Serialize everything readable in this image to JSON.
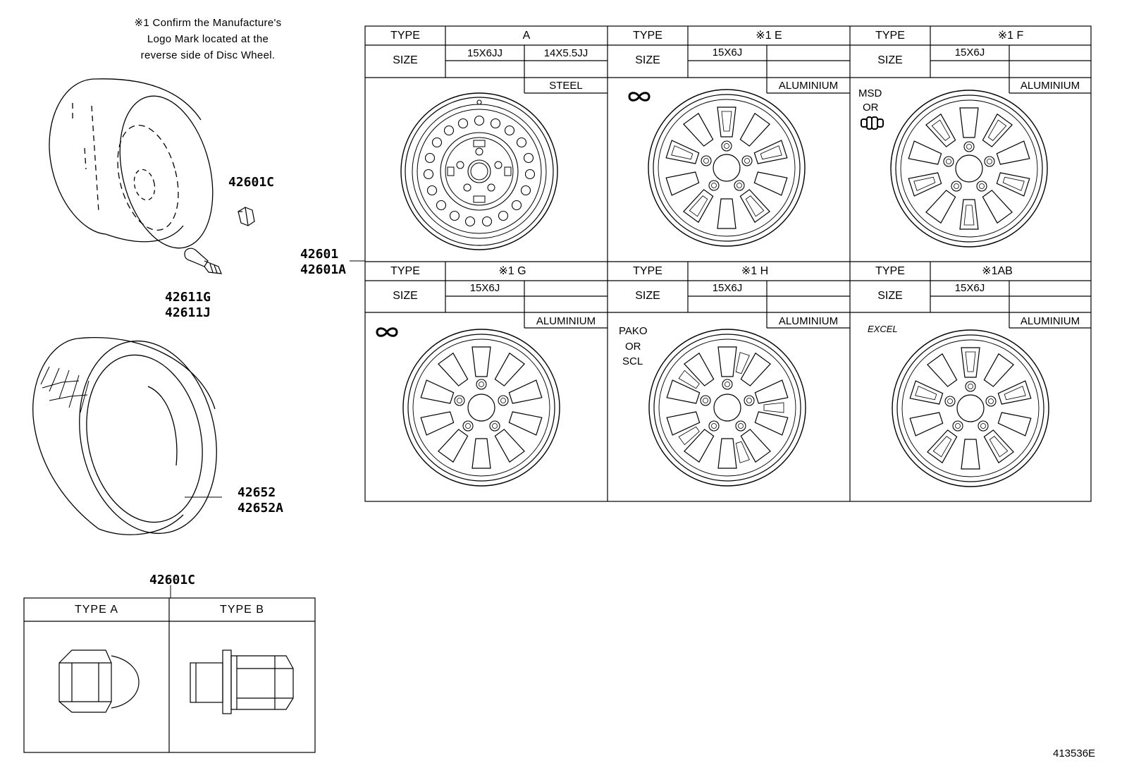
{
  "note": {
    "line1": "※1 Confirm the Manufacture's",
    "line2": "Logo Mark located at the",
    "line3": "reverse side of Disc Wheel."
  },
  "parts": {
    "nut_top": "42601C",
    "valve_1": "42611G",
    "valve_2": "42611J",
    "tire_1": "42652",
    "tire_2": "42652A",
    "wheel_1": "42601",
    "wheel_2": "42601A",
    "nut_table": "42601C"
  },
  "wheel_table": {
    "type_label": "TYPE",
    "size_label": "SIZE",
    "cells": [
      {
        "type": "A",
        "sizes": [
          "15X6JJ",
          "14X5.5JJ"
        ],
        "material": "STEEL",
        "logo": ""
      },
      {
        "type": "※1 E",
        "sizes": [
          "15X6J"
        ],
        "material": "ALUMINIUM",
        "logo": "infinity-logo"
      },
      {
        "type": "※1 F",
        "sizes": [
          "15X6J"
        ],
        "material": "ALUMINIUM",
        "logo_lines": [
          "MSD",
          "OR"
        ]
      },
      {
        "type": "※1 G",
        "sizes": [
          "15X6J"
        ],
        "material": "ALUMINIUM",
        "logo": "infinity-logo"
      },
      {
        "type": "※1 H",
        "sizes": [
          "15X6J"
        ],
        "material": "ALUMINIUM",
        "logo_lines": [
          "PAKO",
          "OR",
          "SCL"
        ]
      },
      {
        "type": "※1AB",
        "sizes": [
          "15X6J"
        ],
        "material": "ALUMINIUM",
        "logo_text": "EXCEL"
      }
    ]
  },
  "nut_table": {
    "type_a": "TYPE  A",
    "type_b": "TYPE  B"
  },
  "reference": "413536E"
}
